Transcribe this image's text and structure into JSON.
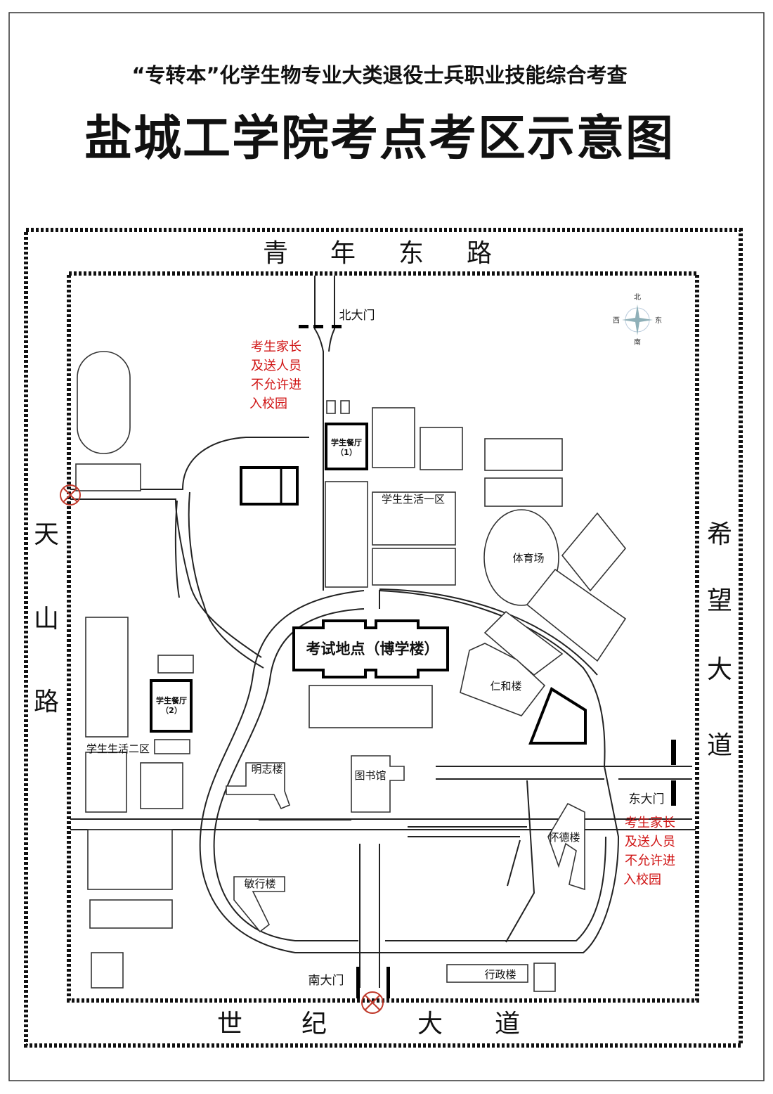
{
  "header": {
    "subtitle": "“专转本”化学生物专业大类退役士兵职业技能综合考查",
    "title": "盐城工学院考点考区示意图"
  },
  "roads": {
    "north": [
      "青",
      "年",
      "东",
      "路"
    ],
    "south": [
      "世",
      "纪",
      "大",
      "道"
    ],
    "west": [
      "天",
      "山",
      "路"
    ],
    "east": [
      "希",
      "望",
      "大",
      "道"
    ]
  },
  "compass": {
    "north": "北",
    "south": "南",
    "west": "西",
    "east": "东"
  },
  "gates": {
    "north": "北大门",
    "east": "东大门",
    "south": "南大门"
  },
  "warnings": {
    "north": [
      "考生家长",
      "及送人员",
      "不允许进",
      "入校园"
    ],
    "east": [
      "考生家长",
      "及送人员",
      "不允许进",
      "入校园"
    ]
  },
  "buildings": {
    "exam": "考试地点（博学楼）",
    "canteen1": [
      "学生餐厅",
      "（1）"
    ],
    "canteen2": [
      "学生餐厅",
      "（2）"
    ],
    "dorm1": "学生生活一区",
    "dorm2": "学生生活二区",
    "stadium": "体育场",
    "renhe": "仁和楼",
    "library": "图书馆",
    "mingzhi": "明志楼",
    "minxing": "敏行楼",
    "huaide": "怀德楼",
    "xingzheng": "行政楼"
  },
  "colors": {
    "warning": "#d01515",
    "closed_gate": "#c0392b"
  }
}
